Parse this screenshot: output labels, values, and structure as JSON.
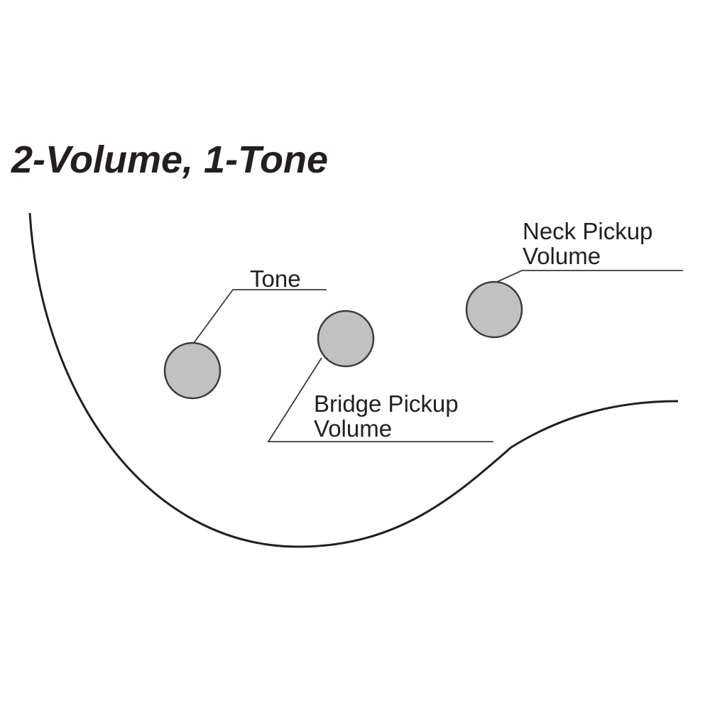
{
  "title": "2-Volume, 1-Tone",
  "knobs": {
    "tone": {
      "label": "Tone"
    },
    "bridge": {
      "line1": "Bridge Pickup",
      "line2": "Volume"
    },
    "neck": {
      "line1": "Neck Pickup",
      "line2": "Volume"
    }
  },
  "colors": {
    "knob_fill": "#c1c1c1",
    "line": "#231f20"
  }
}
